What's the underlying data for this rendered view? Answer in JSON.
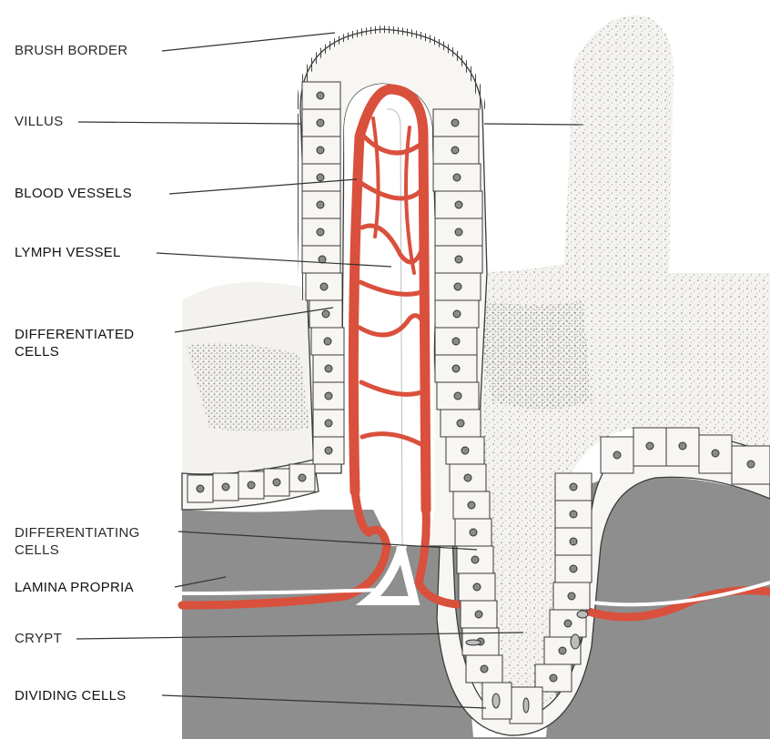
{
  "labels": {
    "brush_border": "BRUSH BORDER",
    "villus": "VILLUS",
    "blood_vessels": "BLOOD VESSELS",
    "lymph_vessel": "LYMPH VESSEL",
    "differentiated_cells": "DIFFERENTIATED CELLS",
    "differentiating_cells": "DIFFERENTIATING CELLS",
    "lamina_propria": "LAMINA PROPRIA",
    "crypt": "CRYPT",
    "dividing_cells": "DIVIDING CELLS"
  },
  "colors": {
    "vessel_red": "#d9503c",
    "lamina_gray": "#8e8e8e",
    "tissue_white": "#f7f6f2",
    "cell_outline": "#3b3b3b"
  }
}
